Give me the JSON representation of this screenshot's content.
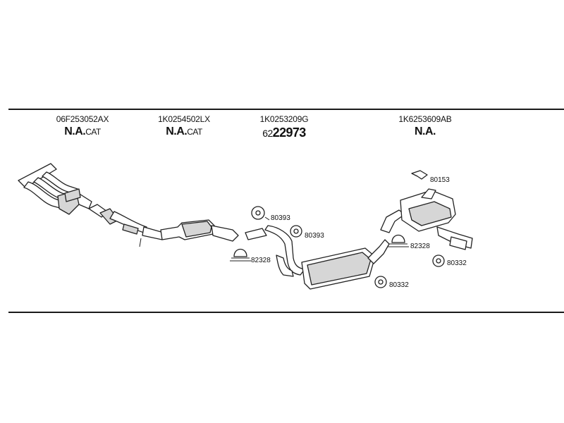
{
  "columns": [
    {
      "part_number": "06F253052AX",
      "description": "N.A.",
      "description_suffix": "CAT"
    },
    {
      "part_number": "1K0254502LX",
      "description": "N.A.",
      "description_suffix": "CAT"
    },
    {
      "part_number": "1K0253209G",
      "code_prefix": "62",
      "code": "22973"
    },
    {
      "part_number": "1K6253609AB",
      "description": "N.A."
    }
  ],
  "callouts": {
    "hanger_front": "80393",
    "ring_front": "80393",
    "clamp_front": "82328",
    "clamp_rear": "82328",
    "bracket": "80153",
    "ring_rear_right": "80332",
    "ring_rear_center": "80332"
  }
}
